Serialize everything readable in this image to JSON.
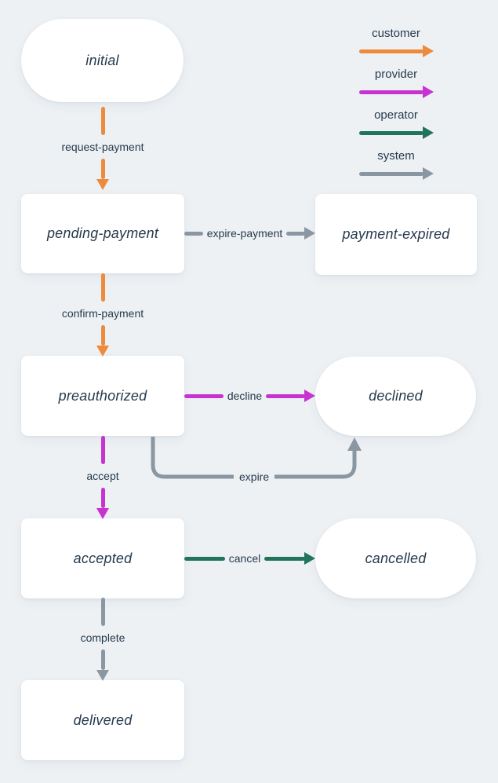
{
  "colors": {
    "customer": "#ed8a3c",
    "provider": "#c733d1",
    "operator": "#21745a",
    "system": "#8a97a3",
    "text": "#273a4d",
    "node_background": "#ffffff",
    "background": "#edf1f4"
  },
  "legend": {
    "items": [
      {
        "id": "customer",
        "label": "customer"
      },
      {
        "id": "provider",
        "label": "provider"
      },
      {
        "id": "operator",
        "label": "operator"
      },
      {
        "id": "system",
        "label": "system"
      }
    ]
  },
  "states": {
    "initial": {
      "label": "initial",
      "shape": "pill"
    },
    "pending_payment": {
      "label": "pending-payment",
      "shape": "rect"
    },
    "payment_expired": {
      "label": "payment-expired",
      "shape": "rect"
    },
    "preauthorized": {
      "label": "preauthorized",
      "shape": "rect"
    },
    "declined": {
      "label": "declined",
      "shape": "pill"
    },
    "accepted": {
      "label": "accepted",
      "shape": "rect"
    },
    "cancelled": {
      "label": "cancelled",
      "shape": "pill"
    },
    "delivered": {
      "label": "delivered",
      "shape": "rect"
    }
  },
  "transitions": {
    "request_payment": {
      "label": "request-payment",
      "actor": "customer"
    },
    "expire_payment": {
      "label": "expire-payment",
      "actor": "system"
    },
    "confirm_payment": {
      "label": "confirm-payment",
      "actor": "customer"
    },
    "decline": {
      "label": "decline",
      "actor": "provider"
    },
    "expire": {
      "label": "expire",
      "actor": "system"
    },
    "accept": {
      "label": "accept",
      "actor": "provider"
    },
    "cancel": {
      "label": "cancel",
      "actor": "operator"
    },
    "complete": {
      "label": "complete",
      "actor": "system"
    }
  }
}
